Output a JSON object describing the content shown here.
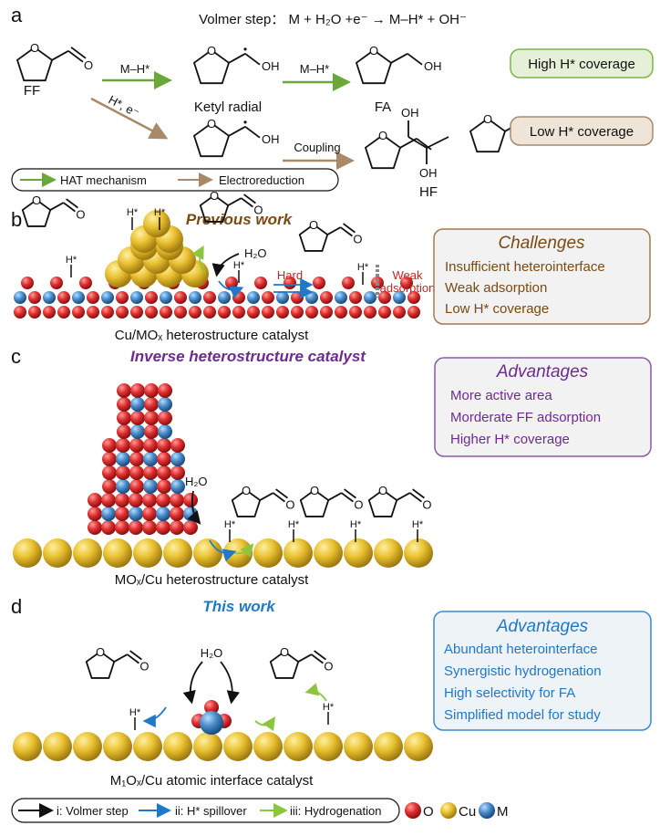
{
  "colors": {
    "green": "#6aa83a",
    "brown": "#a88a6a",
    "blue": "#1f78c8",
    "black": "#111111",
    "red_text": "#d62020",
    "prev": "#7a4a12",
    "inverse": "#6e2a90",
    "this": "#1f78c8",
    "O": "#e03030",
    "Cu": "#e8c030",
    "M": "#4a8cc8"
  },
  "panel_a": {
    "letter": "a",
    "volmer": "Volmer step： M + H₂O +e⁻ → M–H* + OH⁻",
    "ff": "FF",
    "ketyl": "Ketyl radial",
    "fa": "FA",
    "hf": "HF",
    "mh1": "M–H*",
    "mh2": "M–H*",
    "h_e": "H*, e⁻",
    "coupling": "Coupling",
    "oh": "OH",
    "o": "O",
    "high": "High H* coverage",
    "low": "Low H* coverage",
    "legend": [
      "HAT mechanism",
      "Electroreduction"
    ]
  },
  "panel_b": {
    "letter": "b",
    "title": "Previous work",
    "h2o": "H₂O",
    "h": "H*",
    "hard": "Hard",
    "weak": [
      "Weak",
      "adsorption"
    ],
    "caption": "Cu/MOₓ heterostructure catalyst",
    "box": {
      "title": "Challenges",
      "items": [
        "Insufficient heterointerface",
        "Weak adsorption",
        "Low H* coverage"
      ]
    }
  },
  "panel_c": {
    "letter": "c",
    "title": "Inverse heterostructure catalyst",
    "h2o": "H₂O",
    "h": "H*",
    "caption": "MOₓ/Cu heterostructure catalyst",
    "box": {
      "title": "Advantages",
      "items": [
        "More active area",
        "Morderate FF adsorption",
        "Higher H* coverage"
      ]
    }
  },
  "panel_d": {
    "letter": "d",
    "title": "This work",
    "h2o": "H₂O",
    "h": "H*",
    "caption": "M₁Oₓ/Cu atomic interface catalyst",
    "box": {
      "title": "Advantages",
      "items": [
        "Abundant heterointerface",
        "Synergistic hydrogenation",
        "High selectivity for FA",
        "Simplified model for study"
      ]
    }
  },
  "legend": {
    "items": [
      "i: Volmer step",
      "ii: H* spillover",
      "iii: Hydrogenation"
    ],
    "atoms": [
      "O",
      "Cu",
      "M"
    ]
  }
}
